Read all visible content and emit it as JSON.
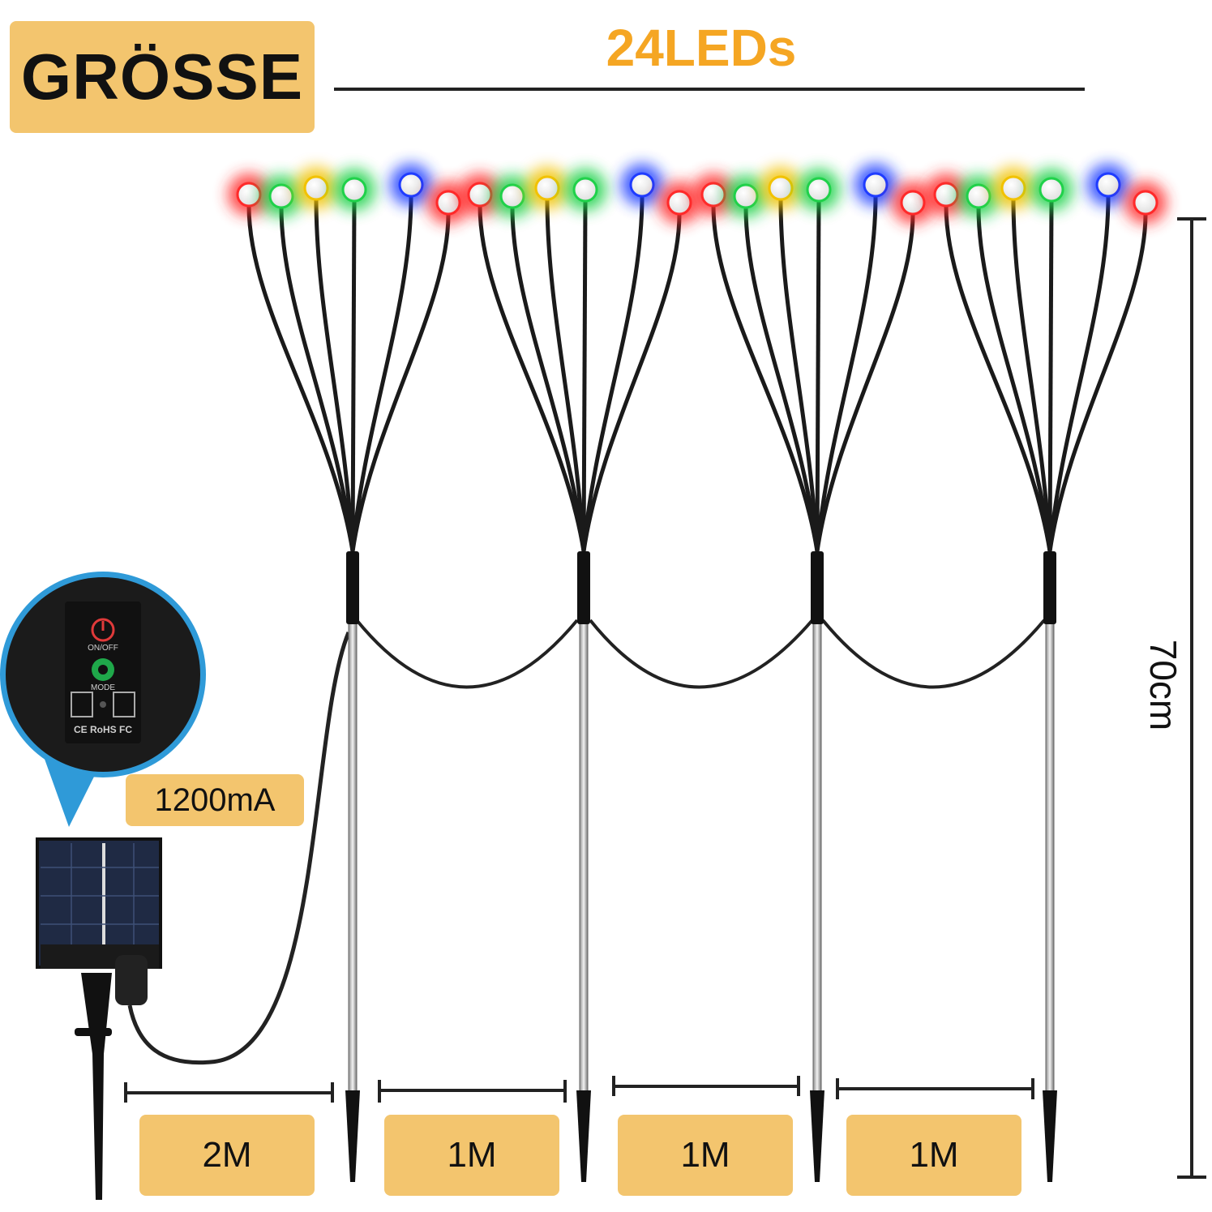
{
  "header": {
    "title": "GRÖSSE",
    "led_count": "24LEDs"
  },
  "battery": {
    "capacity": "1200mA"
  },
  "distances": [
    "2M",
    "1M",
    "1M",
    "1M"
  ],
  "height": "70cm",
  "controller": {
    "power_label": "ON/OFF",
    "mode_label": "MODE",
    "cert": "CE RoHS FC"
  },
  "colors": {
    "tag_bg": "#f3c56e",
    "led_title": "#f5a623",
    "red": "#ff2a2a",
    "green": "#1fd14a",
    "yellow": "#f2c200",
    "blue": "#1f3cff"
  }
}
